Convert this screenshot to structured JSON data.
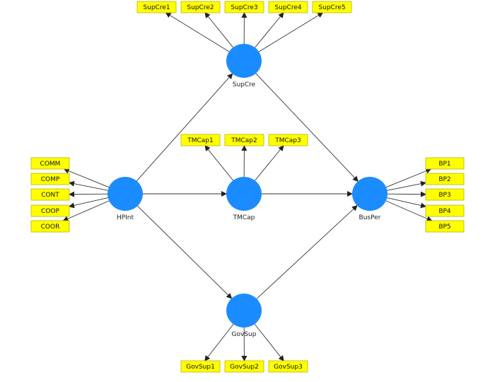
{
  "colors": {
    "construct_fill": "#1a8cff",
    "indicator_fill": "#ffff00",
    "indicator_border": "#b8b800",
    "edge": "#333333"
  },
  "constructs": [
    {
      "id": "SupCre",
      "label": "SupCre"
    },
    {
      "id": "HPInt",
      "label": "HPInt"
    },
    {
      "id": "TMCap",
      "label": "TMCap"
    },
    {
      "id": "BusPer",
      "label": "BusPer"
    },
    {
      "id": "GovSup",
      "label": "GovSup"
    }
  ],
  "indicators": [
    {
      "id": "SupCre1",
      "label": "SupCre1",
      "construct": "SupCre"
    },
    {
      "id": "SupCre2",
      "label": "SupCre2",
      "construct": "SupCre"
    },
    {
      "id": "SupCre3",
      "label": "SupCre3",
      "construct": "SupCre"
    },
    {
      "id": "SupCre4",
      "label": "SupCre4",
      "construct": "SupCre"
    },
    {
      "id": "SupCre5",
      "label": "SupCre5",
      "construct": "SupCre"
    },
    {
      "id": "TMCap1",
      "label": "TMCap1",
      "construct": "TMCap"
    },
    {
      "id": "TMCap2",
      "label": "TMCap2",
      "construct": "TMCap"
    },
    {
      "id": "TMCap3",
      "label": "TMCap3",
      "construct": "TMCap"
    },
    {
      "id": "COMM",
      "label": "COMM",
      "construct": "HPInt"
    },
    {
      "id": "COMP",
      "label": "COMP",
      "construct": "HPInt"
    },
    {
      "id": "CONT",
      "label": "CONT",
      "construct": "HPInt"
    },
    {
      "id": "COOP",
      "label": "COOP",
      "construct": "HPInt"
    },
    {
      "id": "COOR",
      "label": "COOR",
      "construct": "HPInt"
    },
    {
      "id": "BP1",
      "label": "BP1",
      "construct": "BusPer"
    },
    {
      "id": "BP2",
      "label": "BP2",
      "construct": "BusPer"
    },
    {
      "id": "BP3",
      "label": "BP3",
      "construct": "BusPer"
    },
    {
      "id": "BP4",
      "label": "BP4",
      "construct": "BusPer"
    },
    {
      "id": "BP5",
      "label": "BP5",
      "construct": "BusPer"
    },
    {
      "id": "GovSup1",
      "label": "GovSup1",
      "construct": "GovSup"
    },
    {
      "id": "GovSup2",
      "label": "GovSup2",
      "construct": "GovSup"
    },
    {
      "id": "GovSup3",
      "label": "GovSup3",
      "construct": "GovSup"
    }
  ],
  "paths": [
    {
      "from": "HPInt",
      "to": "SupCre"
    },
    {
      "from": "HPInt",
      "to": "TMCap"
    },
    {
      "from": "HPInt",
      "to": "GovSup"
    },
    {
      "from": "SupCre",
      "to": "BusPer"
    },
    {
      "from": "TMCap",
      "to": "BusPer"
    },
    {
      "from": "GovSup",
      "to": "BusPer"
    }
  ]
}
